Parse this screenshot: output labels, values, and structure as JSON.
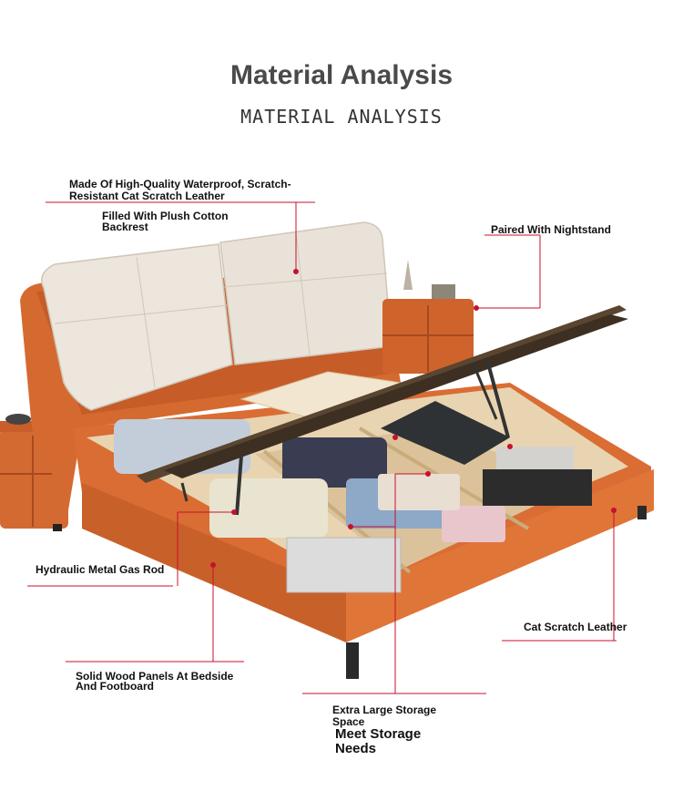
{
  "header": {
    "title": "Material Analysis",
    "subtitle": "MATERIAL ANALYSIS"
  },
  "callouts": {
    "leather": "Made Of High-Quality Waterproof, Scratch-Resistant Cat Scratch Leather",
    "backrest_line1": "Filled With Plush Cotton",
    "backrest_line2": "Backrest",
    "nightstand": "Paired With Nightstand",
    "gas_rod": "Hydraulic Metal Gas Rod",
    "cat_leather": "Cat Scratch Leather",
    "panels_line1": "Solid Wood Panels At Bedside",
    "panels_line2": "And Footboard",
    "storage_line1": "Extra Large Storage",
    "storage_line2": "Space",
    "needs_line1": "Meet Storage",
    "needs_line2": "Needs"
  },
  "colors": {
    "accent_line": "#c8102e",
    "leather_orange": "#d9652b",
    "cushion_cream": "#e7e1d8",
    "wood": "#e6d2ae"
  }
}
